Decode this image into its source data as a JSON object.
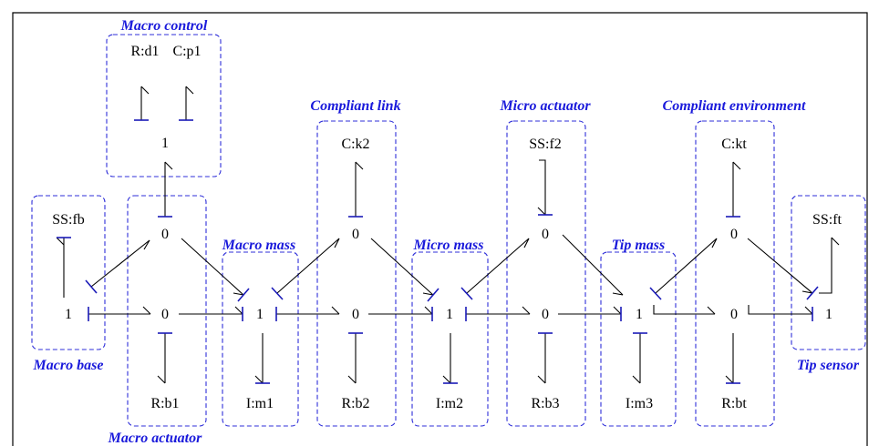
{
  "nodes": {
    "ss_fb": "SS:fb",
    "one_base": "1",
    "r_d1": "R:d1",
    "c_p1": "C:p1",
    "one_top": "1",
    "zero_a_upper": "0",
    "zero_a_lower": "0",
    "r_b1": "R:b1",
    "one_m1": "1",
    "i_m1": "I:m1",
    "c_k2": "C:k2",
    "zero_b_upper": "0",
    "zero_b_lower": "0",
    "r_b2": "R:b2",
    "one_m2": "1",
    "i_m2": "I:m2",
    "ss_f2": "SS:f2",
    "zero_c_upper": "0",
    "zero_c_lower": "0",
    "r_b3": "R:b3",
    "one_m3": "1",
    "i_m3": "I:m3",
    "c_kt": "C:kt",
    "zero_d_upper": "0",
    "zero_d_lower": "0",
    "r_bt": "R:bt",
    "ss_ft": "SS:ft",
    "one_tip": "1"
  },
  "captions": {
    "macro_control": "Macro control",
    "compliant_link": "Compliant link",
    "micro_actuator": "Micro actuator",
    "compliant_environment": "Compliant environment",
    "macro_mass": "Macro mass",
    "micro_mass": "Micro mass",
    "tip_mass": "Tip mass",
    "macro_base": "Macro base",
    "tip_sensor": "Tip sensor",
    "macro_actuator": "Macro actuator"
  },
  "colors": {
    "caption": "#1a1adb",
    "box": "#2f2fd9",
    "bond": "#000000"
  }
}
